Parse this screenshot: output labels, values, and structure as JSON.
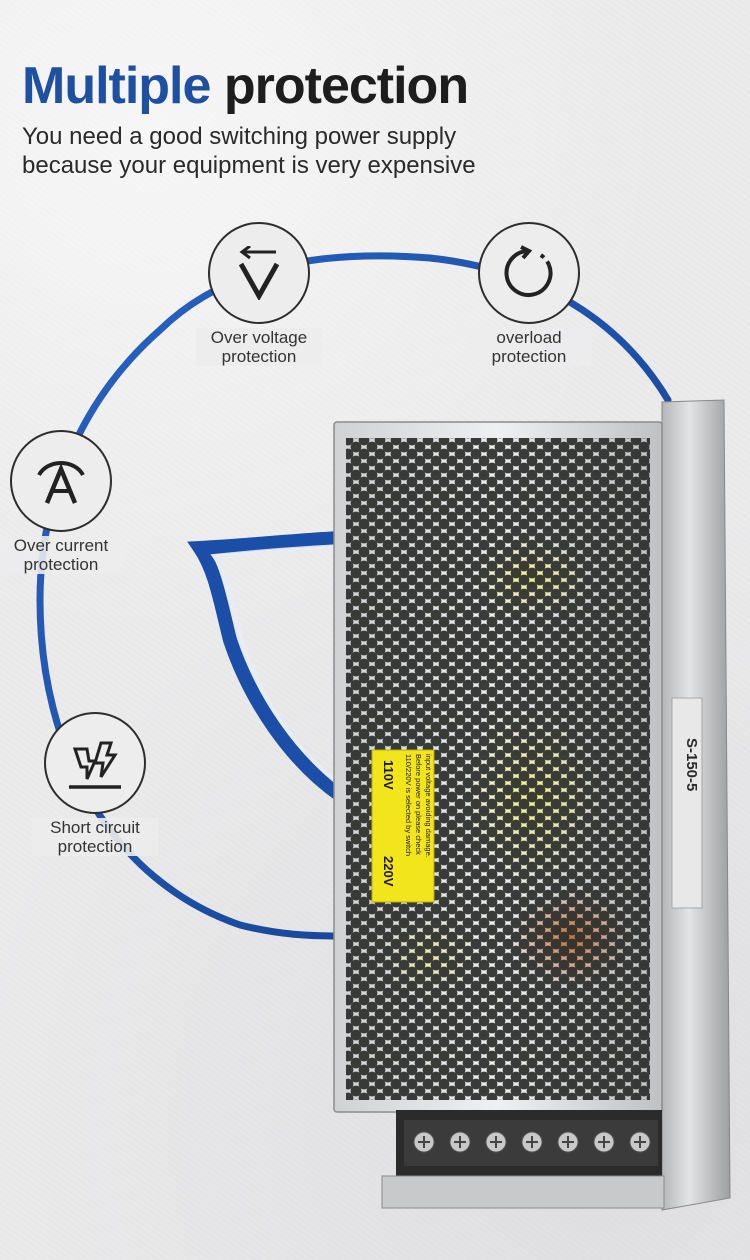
{
  "header": {
    "title_word1": "Multiple",
    "title_word2": "protection",
    "subtitle_line1": "You need a good switching power supply",
    "subtitle_line2": "because your equipment is very expensive"
  },
  "features": [
    {
      "icon": "over-voltage-icon",
      "line1": "Over voltage",
      "line2": "protection"
    },
    {
      "icon": "overload-icon",
      "line1": "overload",
      "line2": "protection"
    },
    {
      "icon": "over-current-icon",
      "line1": "Over current",
      "line2": "protection"
    },
    {
      "icon": "short-circuit-icon",
      "line1": "Short circuit",
      "line2": "protection"
    }
  ],
  "product": {
    "model": "S-150-5",
    "label_110": "110V",
    "label_220": "220V",
    "warning_line1": "110/220V  is selected by switch",
    "warning_line2": "Before power on please check",
    "warning_line3": "input voltage avoiding damage."
  },
  "colors": {
    "accent_blue": "#1f4fa0",
    "arc_blue": "#1d55b5",
    "text_dark": "#1d1d1d",
    "warning_yellow": "#f3e51c"
  }
}
